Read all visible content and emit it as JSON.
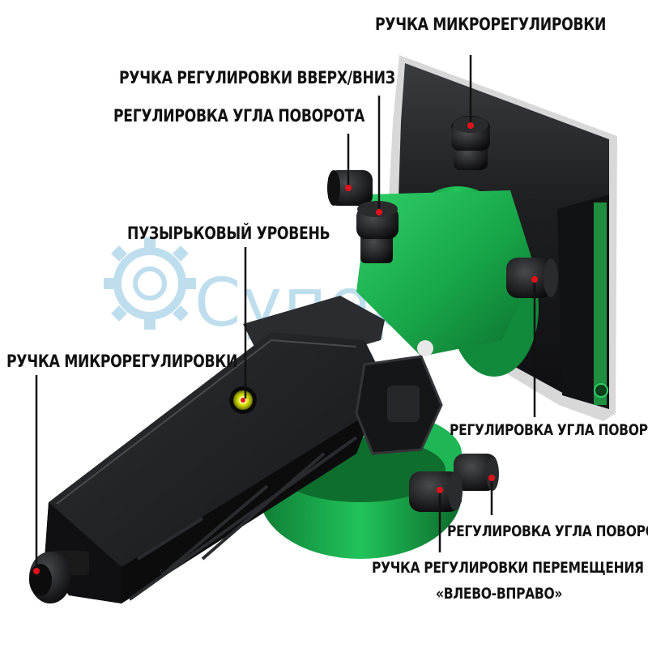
{
  "watermark": {
    "text": "Супер",
    "color": "#9ccbe3"
  },
  "labels": {
    "knob_fine_top": "РУЧКА МИКРОРЕГУЛИРОВКИ",
    "knob_up_down": "РУЧКА РЕГУЛИРОВКИ ВВЕРХ/ВНИЗ",
    "rotation_top": "РЕГУЛИРОВКА УГЛА ПОВОРОТА",
    "bubble_level": "ПУЗЫРЬКОВЫЙ УРОВЕНЬ",
    "knob_fine_left": "РУЧКА МИКРОРЕГУЛИРОВКИ",
    "rotation_right": "РЕГУЛИРОВКА УГЛА ПОВОРОТА",
    "rotation_bottom": "РЕГУЛИРОВКА УГЛА ПОВОРОТА",
    "knob_left_right_line1": "РУЧКА РЕГУЛИРОВКИ ПЕРЕМЕЩЕНИЯ",
    "knob_left_right_line2": "«ВЛЕВО-ВПРАВО»"
  },
  "colors": {
    "body_black": "#1b1c1e",
    "body_green": "#19a34a",
    "marker_red": "#e3101a",
    "bubble_yellow": "#d9e600"
  }
}
